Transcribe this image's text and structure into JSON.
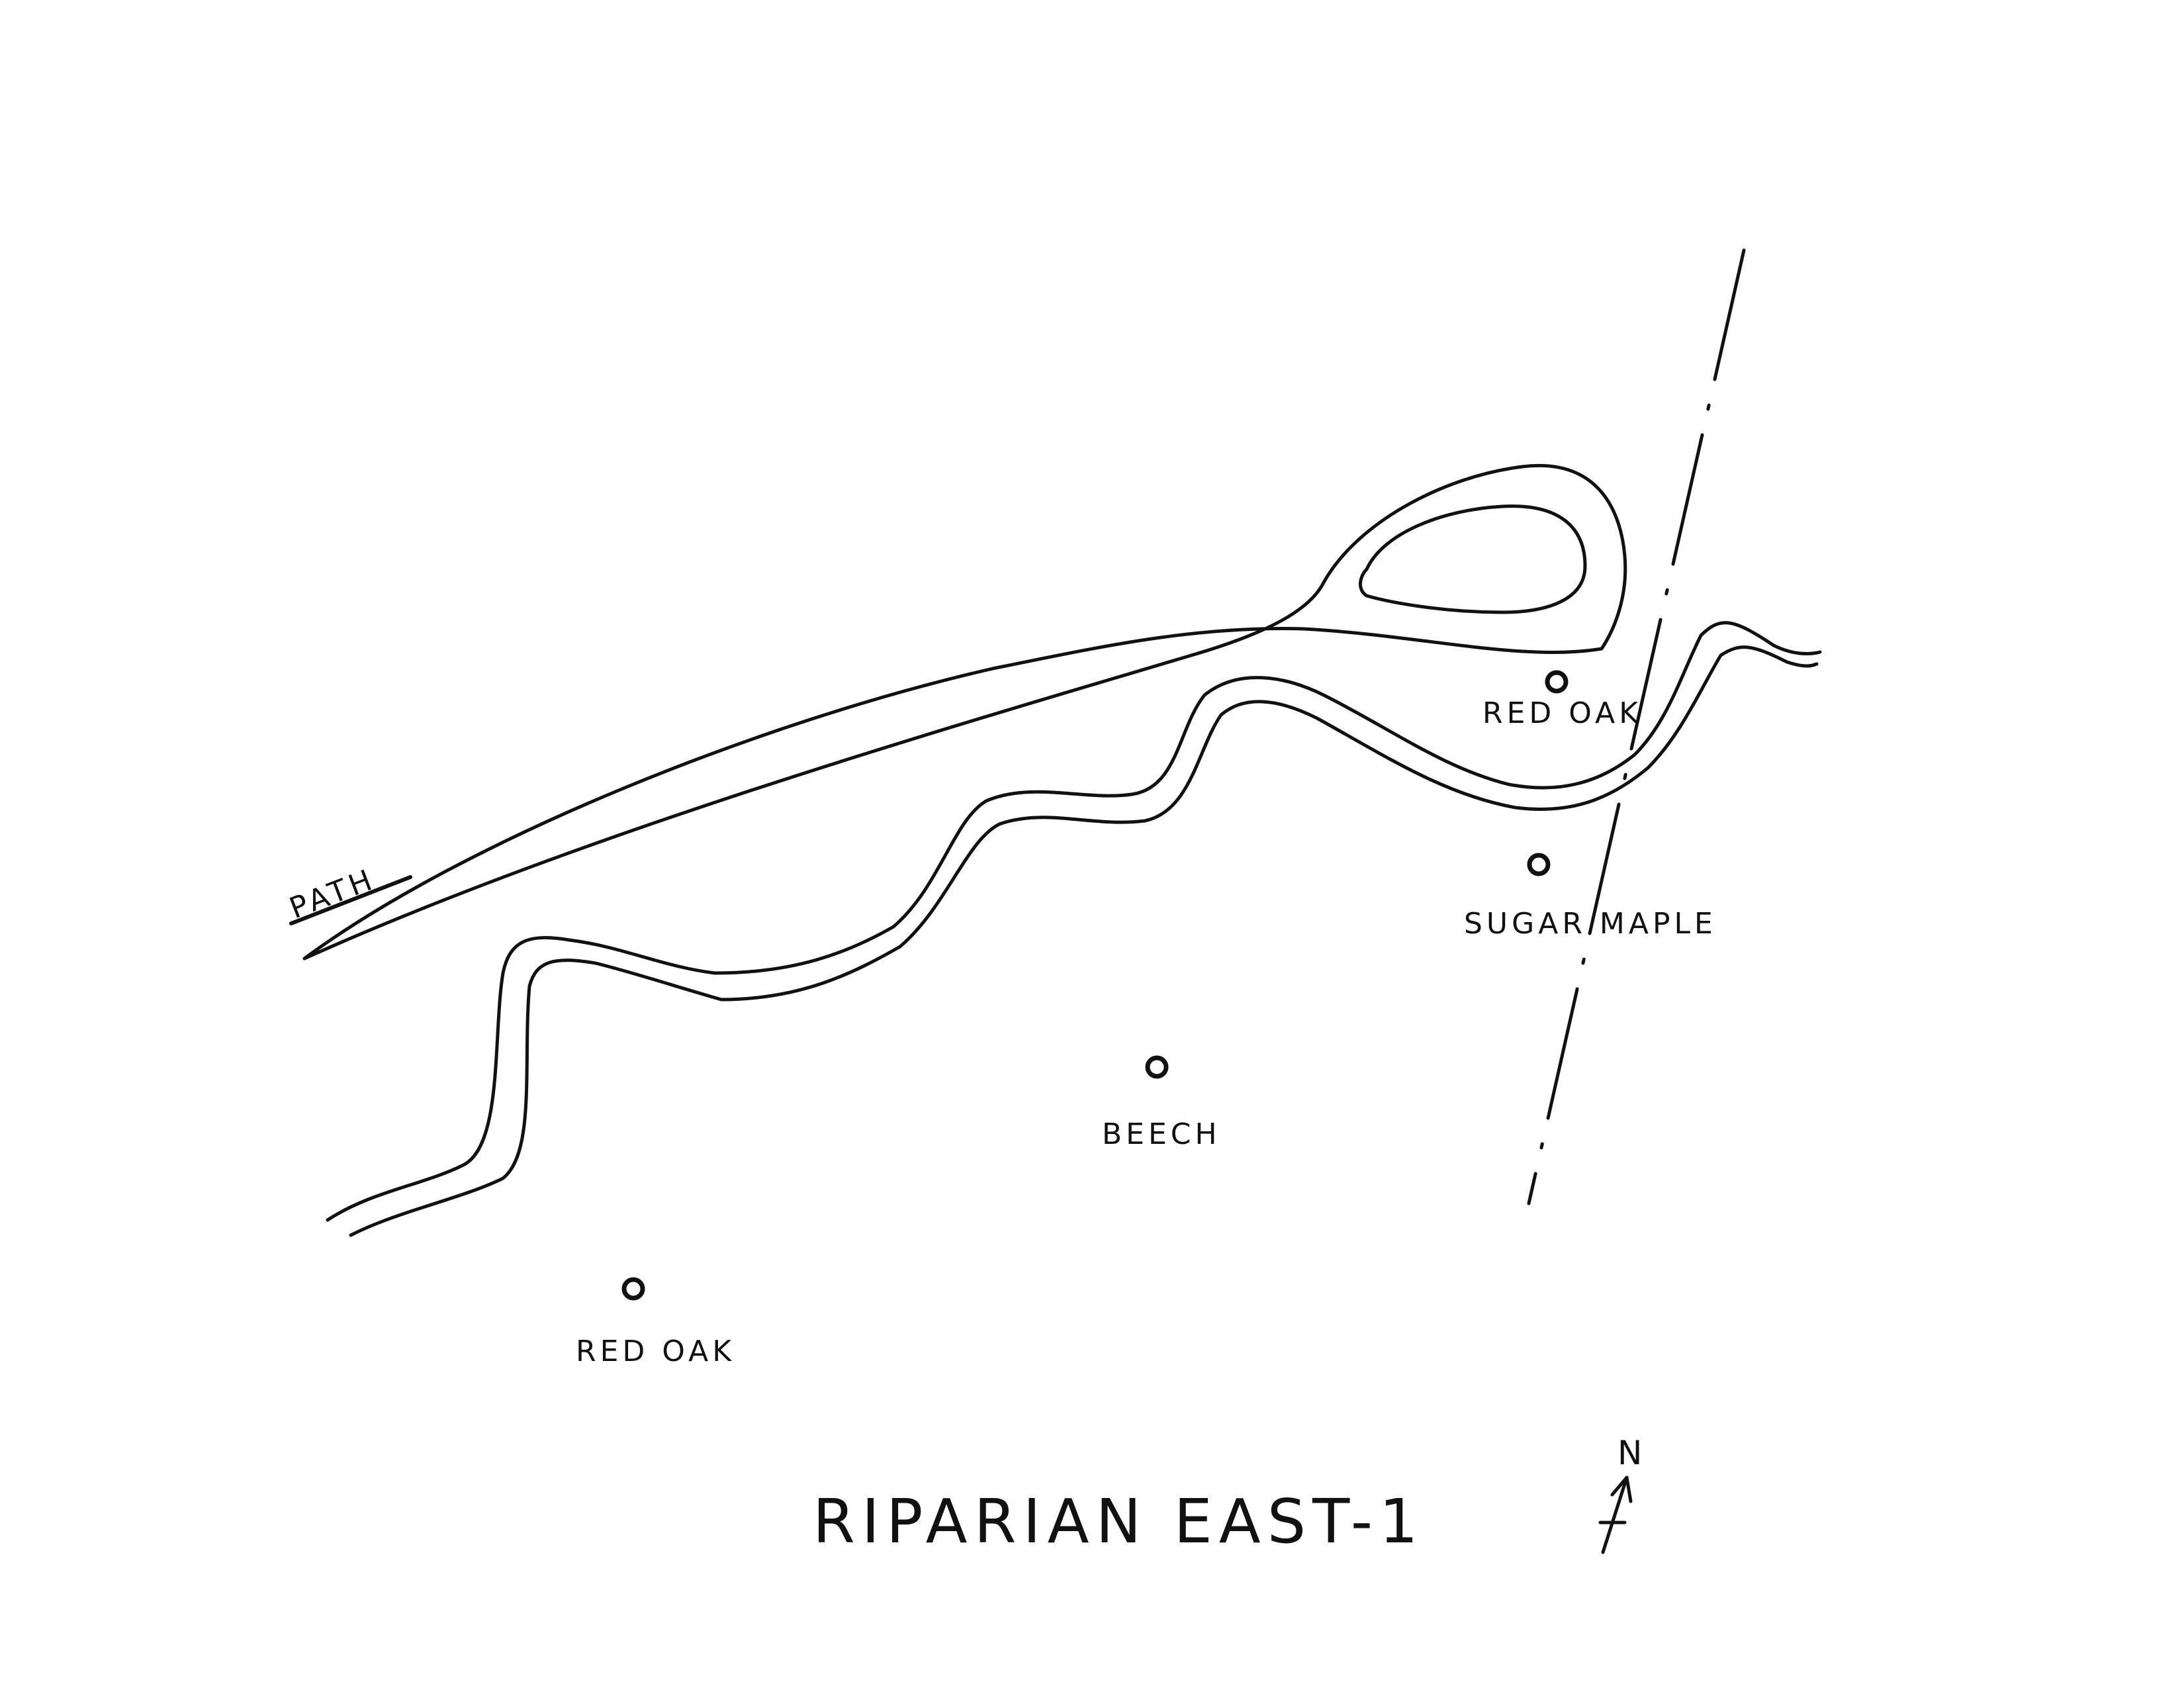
{
  "title": "RIPARIAN EAST-1",
  "path_label": "PATH",
  "north_label": "N",
  "trees": [
    {
      "id": "red-oak-north",
      "label": "RED OAK"
    },
    {
      "id": "sugar-maple",
      "label": "SUGAR MAPLE"
    },
    {
      "id": "beech",
      "label": "BEECH"
    },
    {
      "id": "red-oak-south",
      "label": "RED OAK"
    }
  ],
  "colors": {
    "ink": "#111111",
    "paper": "#ffffff"
  }
}
